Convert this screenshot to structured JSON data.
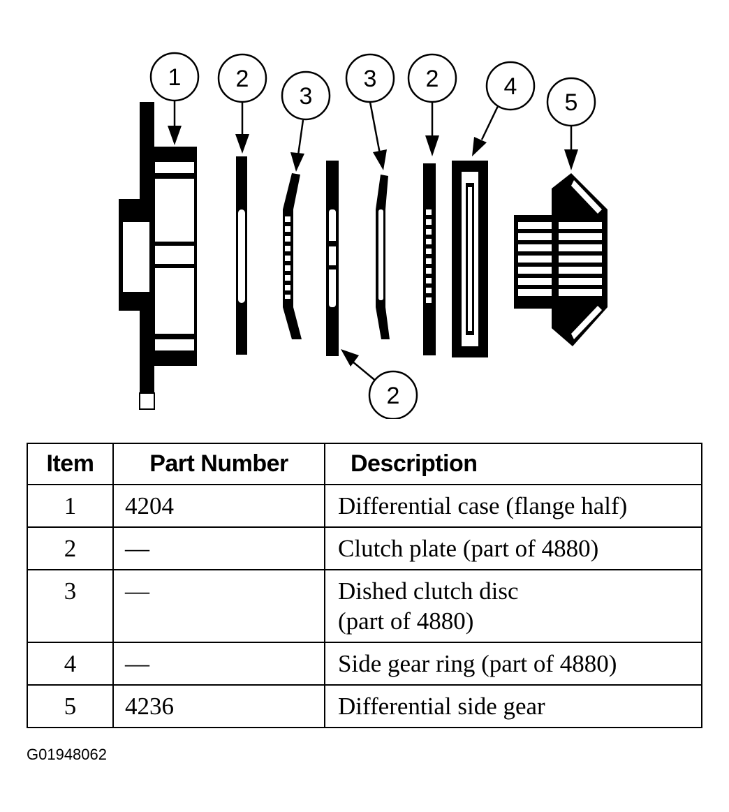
{
  "callouts": [
    {
      "label": "1"
    },
    {
      "label": "2"
    },
    {
      "label": "3"
    },
    {
      "label": "3"
    },
    {
      "label": "2"
    },
    {
      "label": "4"
    },
    {
      "label": "5"
    },
    {
      "label": "2"
    }
  ],
  "table": {
    "headers": {
      "item": "Item",
      "part_number": "Part Number",
      "description": "Description"
    },
    "rows": [
      {
        "item": "1",
        "part_number": "4204",
        "description": [
          "Differential case (flange half)"
        ]
      },
      {
        "item": "2",
        "part_number": "—",
        "description": [
          "Clutch plate (part of 4880)"
        ]
      },
      {
        "item": "3",
        "part_number": "—",
        "description": [
          "Dished clutch disc",
          "(part of 4880)"
        ]
      },
      {
        "item": "4",
        "part_number": "—",
        "description": [
          "Side gear ring (part of 4880)"
        ]
      },
      {
        "item": "5",
        "part_number": "4236",
        "description": [
          "Differential side gear"
        ]
      }
    ]
  },
  "figure_id": "G01948062"
}
